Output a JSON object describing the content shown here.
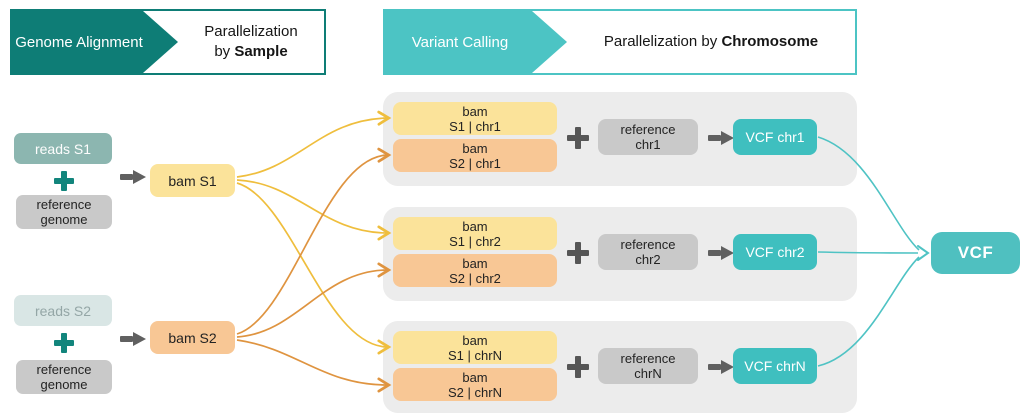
{
  "stage1": {
    "label": "Genome Alignment",
    "parallel_line1": "Parallelization",
    "parallel_by": "by ",
    "parallel_bold": "Sample"
  },
  "stage2": {
    "label": "Variant Calling",
    "parallel_prefix": "Parallelization by ",
    "parallel_bold": "Chromosome"
  },
  "samples": [
    {
      "reads": "reads S1",
      "ref_line1": "reference",
      "ref_line2": "genome",
      "bam": "bam S1"
    },
    {
      "reads": "reads S2",
      "ref_line1": "reference",
      "ref_line2": "genome",
      "bam": "bam S2"
    }
  ],
  "panels": [
    {
      "bam1_l1": "bam",
      "bam1_l2": "S1 | chr1",
      "bam2_l1": "bam",
      "bam2_l2": "S2 | chr1",
      "ref_l1": "reference",
      "ref_l2": "chr1",
      "vcf": "VCF chr1"
    },
    {
      "bam1_l1": "bam",
      "bam1_l2": "S1 | chr2",
      "bam2_l1": "bam",
      "bam2_l2": "S2 | chr2",
      "ref_l1": "reference",
      "ref_l2": "chr2",
      "vcf": "VCF chr2"
    },
    {
      "bam1_l1": "bam",
      "bam1_l2": "S1 | chrN",
      "bam2_l1": "bam",
      "bam2_l2": "S2 | chrN",
      "ref_l1": "reference",
      "ref_l2": "chrN",
      "vcf": "VCF chrN"
    }
  ],
  "output": {
    "label": "VCF"
  },
  "colors": {
    "teal_dark": "#0e7d76",
    "teal_light": "#4cc4c4",
    "vcf_box_teal": "#3fbfbf",
    "final_vcf_teal": "#4fc0c0",
    "reads_s1_bg": "#8cb6b0",
    "reads_s2_bg": "#d9e6e5",
    "bam_yellow": "#fbe39a",
    "bam_orange": "#f8c795",
    "reference_gray": "#c9c9c9",
    "panel_gray": "#ececec",
    "arrow_yellow": "#efbe3d",
    "arrow_orange": "#df9440",
    "arrow_gray": "#606060",
    "plus_teal": "#12857c",
    "plus_gray": "#565656"
  }
}
